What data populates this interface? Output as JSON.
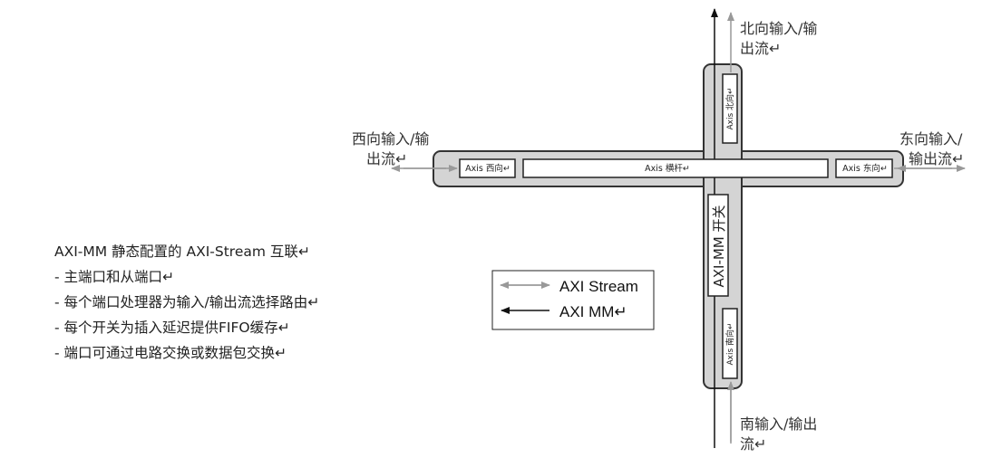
{
  "labels": {
    "north": [
      "北向输入/输",
      "出流↵"
    ],
    "west": [
      "西向输入/输",
      "出流↵"
    ],
    "east": [
      "东向输入/",
      "输出流↵"
    ],
    "south": [
      "南输入/输出",
      "流↵"
    ]
  },
  "boxes": {
    "north": "Axis 北向↵",
    "west": "Axis 西向↵",
    "crossbar": "Axis 横杆↵",
    "east": "Axis 东向↵",
    "switch": "AXI-MM 开关",
    "south": "Axis 南向↵"
  },
  "legend": {
    "stream": "AXI Stream",
    "mm": "AXI MM↵"
  },
  "description": {
    "title": "AXI-MM 静态配置的 AXI-Stream 互联↵",
    "bullets": [
      "- 主端口和从端口↵",
      "- 每个端口处理器为输入/输出流选择路由↵",
      "- 每个开关为插入延迟提供FIFO缓存↵",
      "- 端口可通过电路交换或数据包交换↵"
    ]
  },
  "colors": {
    "frame_fill": "#d4d4d4",
    "frame_stroke": "#333333",
    "stream_arrow": "#999999",
    "mm_arrow": "#111111"
  }
}
